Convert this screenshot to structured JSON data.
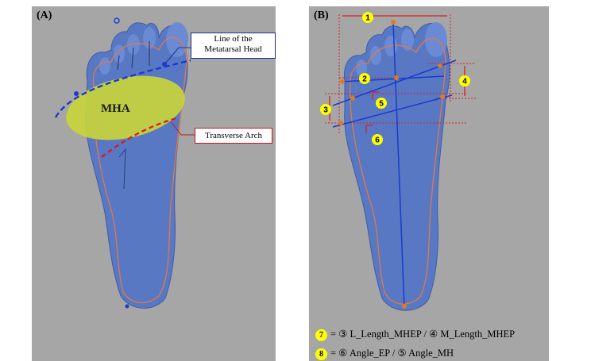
{
  "panel_a": {
    "label": "(A)",
    "mha_label": "MHA",
    "metatarsal_callout": {
      "line1": "Line of the",
      "line2": "Metatarsal Head"
    },
    "transverse_callout": "Transverse Arch"
  },
  "panel_b": {
    "label": "(B)",
    "badges": [
      "1",
      "2",
      "3",
      "4",
      "5",
      "6"
    ],
    "legend": [
      {
        "badge": "7",
        "text": "= ③ L_Length_MHEP / ④ M_Length_MHEP"
      },
      {
        "badge": "8",
        "text": "= ⑥ Angle_EP / ⑤ Angle_MH"
      }
    ]
  },
  "colors": {
    "panel_bg": "#a6a6a6",
    "foot": "#5878c4",
    "outline": "#e07a45",
    "metatarsal_line": "#1a3ad0",
    "transverse_arch": "#e01818",
    "mha_ellipse": "#c8d43a",
    "measure_red": "#d82020",
    "badge": "#ffff00"
  }
}
